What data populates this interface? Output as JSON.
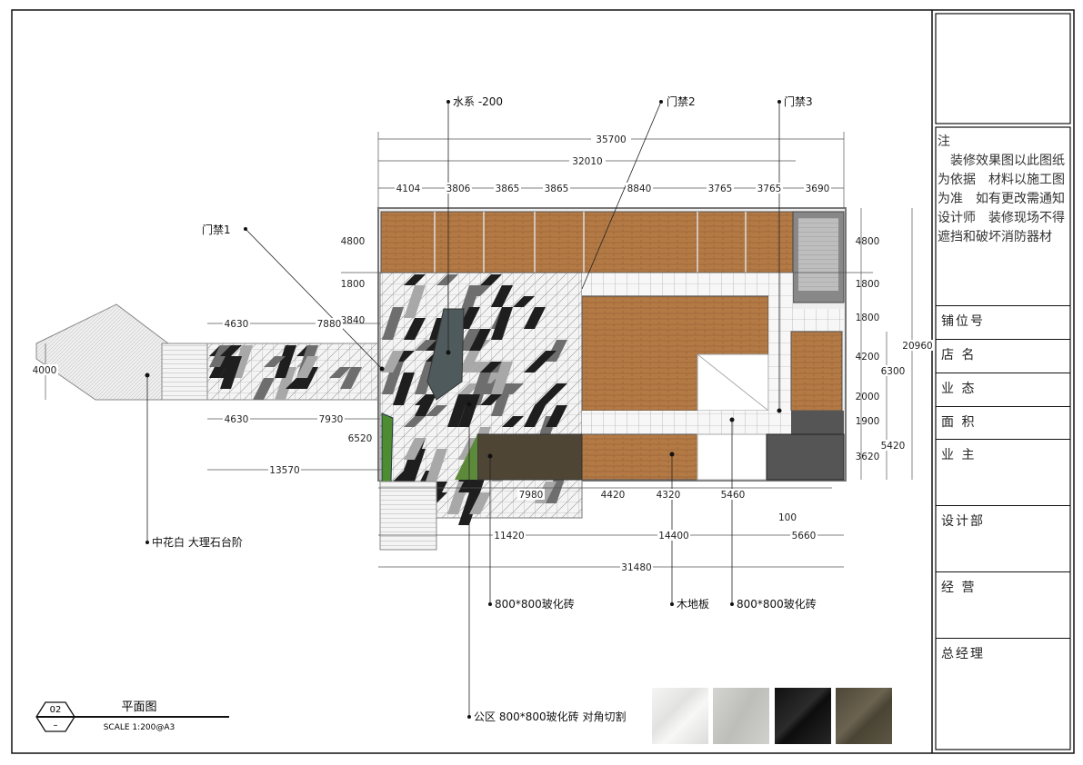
{
  "drawing": {
    "title": "平面图",
    "number": "02",
    "sub_number": "–",
    "scale": "SCALE 1:200@A3"
  },
  "title_block": {
    "notes_heading": "注",
    "notes_body": "　装修效果图以此图纸为依据　材料以施工图为准　如有更改需通知设计师　装修现场不得遮挡和破坏消防器材",
    "rows": [
      "铺位号",
      "店  名",
      "业  态",
      "面  积",
      "业  主",
      "设计部",
      "经  营",
      "总经理"
    ]
  },
  "callouts": {
    "water": "水系   -200",
    "door1": "门禁1",
    "door2": "门禁2",
    "door3": "门禁3",
    "marble_steps": "中花白 大理石台阶",
    "tile_a": "800*800玻化砖",
    "wood": "木地板",
    "tile_b": "800*800玻化砖",
    "public": "公区   800*800玻化砖 对角切割"
  },
  "dimensions": {
    "top_total": "35700",
    "top_sub": "32010",
    "top_segments": [
      "4104",
      "3806",
      "3865",
      "3865",
      "8840",
      "3765",
      "3765",
      "3690"
    ],
    "left": [
      "4800",
      "1800",
      "3840",
      "4630",
      "7880",
      "4000",
      "4630",
      "7930",
      "6520",
      "13570"
    ],
    "right": [
      "4800",
      "1800",
      "1800",
      "4200",
      "6300",
      "20960",
      "2000",
      "1900",
      "5420",
      "3620"
    ],
    "bottom": [
      "7980",
      "4420",
      "4320",
      "5460",
      "100",
      "11420",
      "14400",
      "5660",
      "31480"
    ]
  },
  "materials": [
    {
      "name": "white-marble",
      "color": "#eeeeec"
    },
    {
      "name": "grey-marble",
      "color": "#c9c9c6"
    },
    {
      "name": "black-marble",
      "color": "#1a1a1a"
    },
    {
      "name": "brown-marble",
      "color": "#5a5240"
    }
  ]
}
